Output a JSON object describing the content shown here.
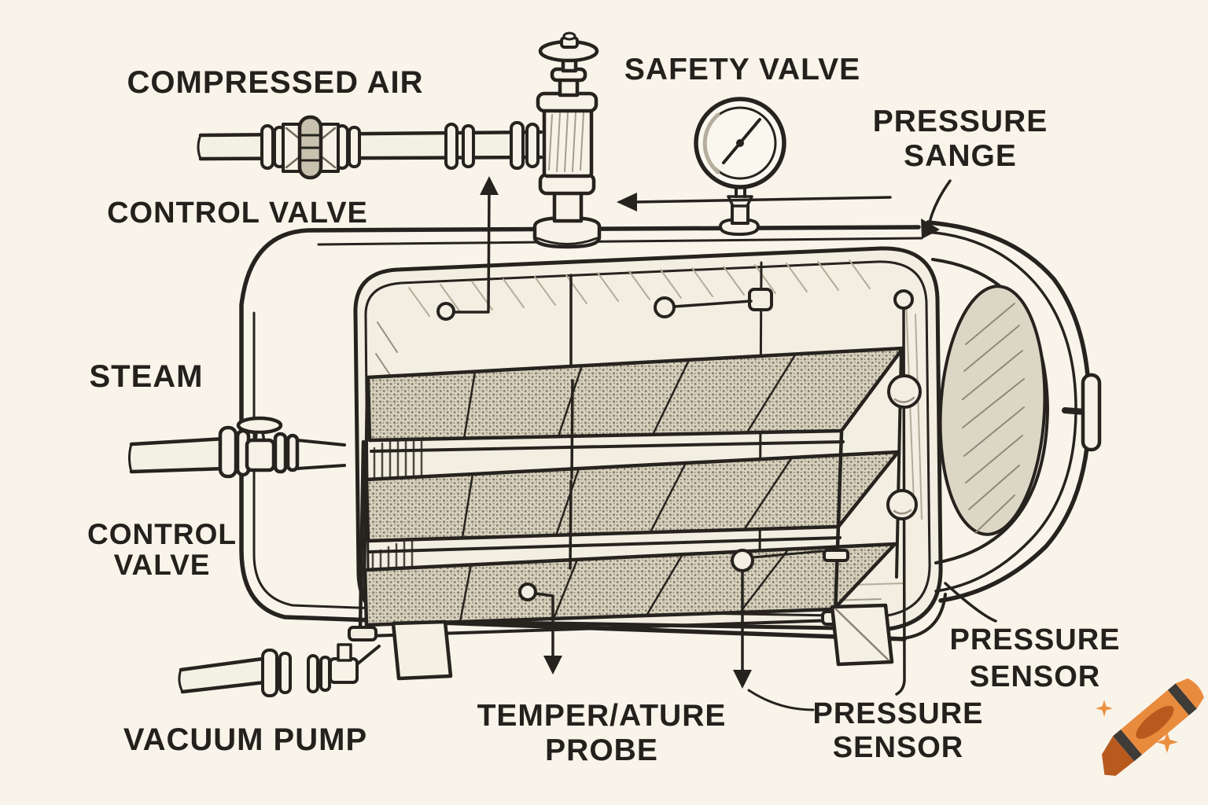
{
  "canvas": {
    "background": "#f8f4ea",
    "ink": "#26231f",
    "paper_tint": "#f2eee2",
    "pipe_tint": "#f1f2e3"
  },
  "labels": {
    "compressed_air": "COMPRESSED AIR",
    "safety_valve": "SAFETY VALVE",
    "pressure_gauge": {
      "line1": "PRESSURE",
      "line2": "SANGE"
    },
    "control_valve_top": "CONTROL VALVE",
    "steam": "STEAM",
    "control_valve_left": {
      "line1": "CONTROL",
      "line2": "VALVE"
    },
    "vacuum_pump": "VACUUM PUMP",
    "temperature_probe": {
      "line1": "TEMPER/ATURE",
      "line2": "PROBE"
    },
    "pressure_sensor_bottom": {
      "line1": "PRESSURE",
      "line2": "SENSOR"
    },
    "pressure_sensor_right": {
      "line1": "PRESSURE",
      "line2": "SENSOR"
    }
  },
  "logo": {
    "name": "crayon",
    "colors": {
      "body": "#e98b3d",
      "dark": "#b85a1e",
      "stripe": "#3f3b37",
      "sparkle": "#ec9140"
    }
  }
}
